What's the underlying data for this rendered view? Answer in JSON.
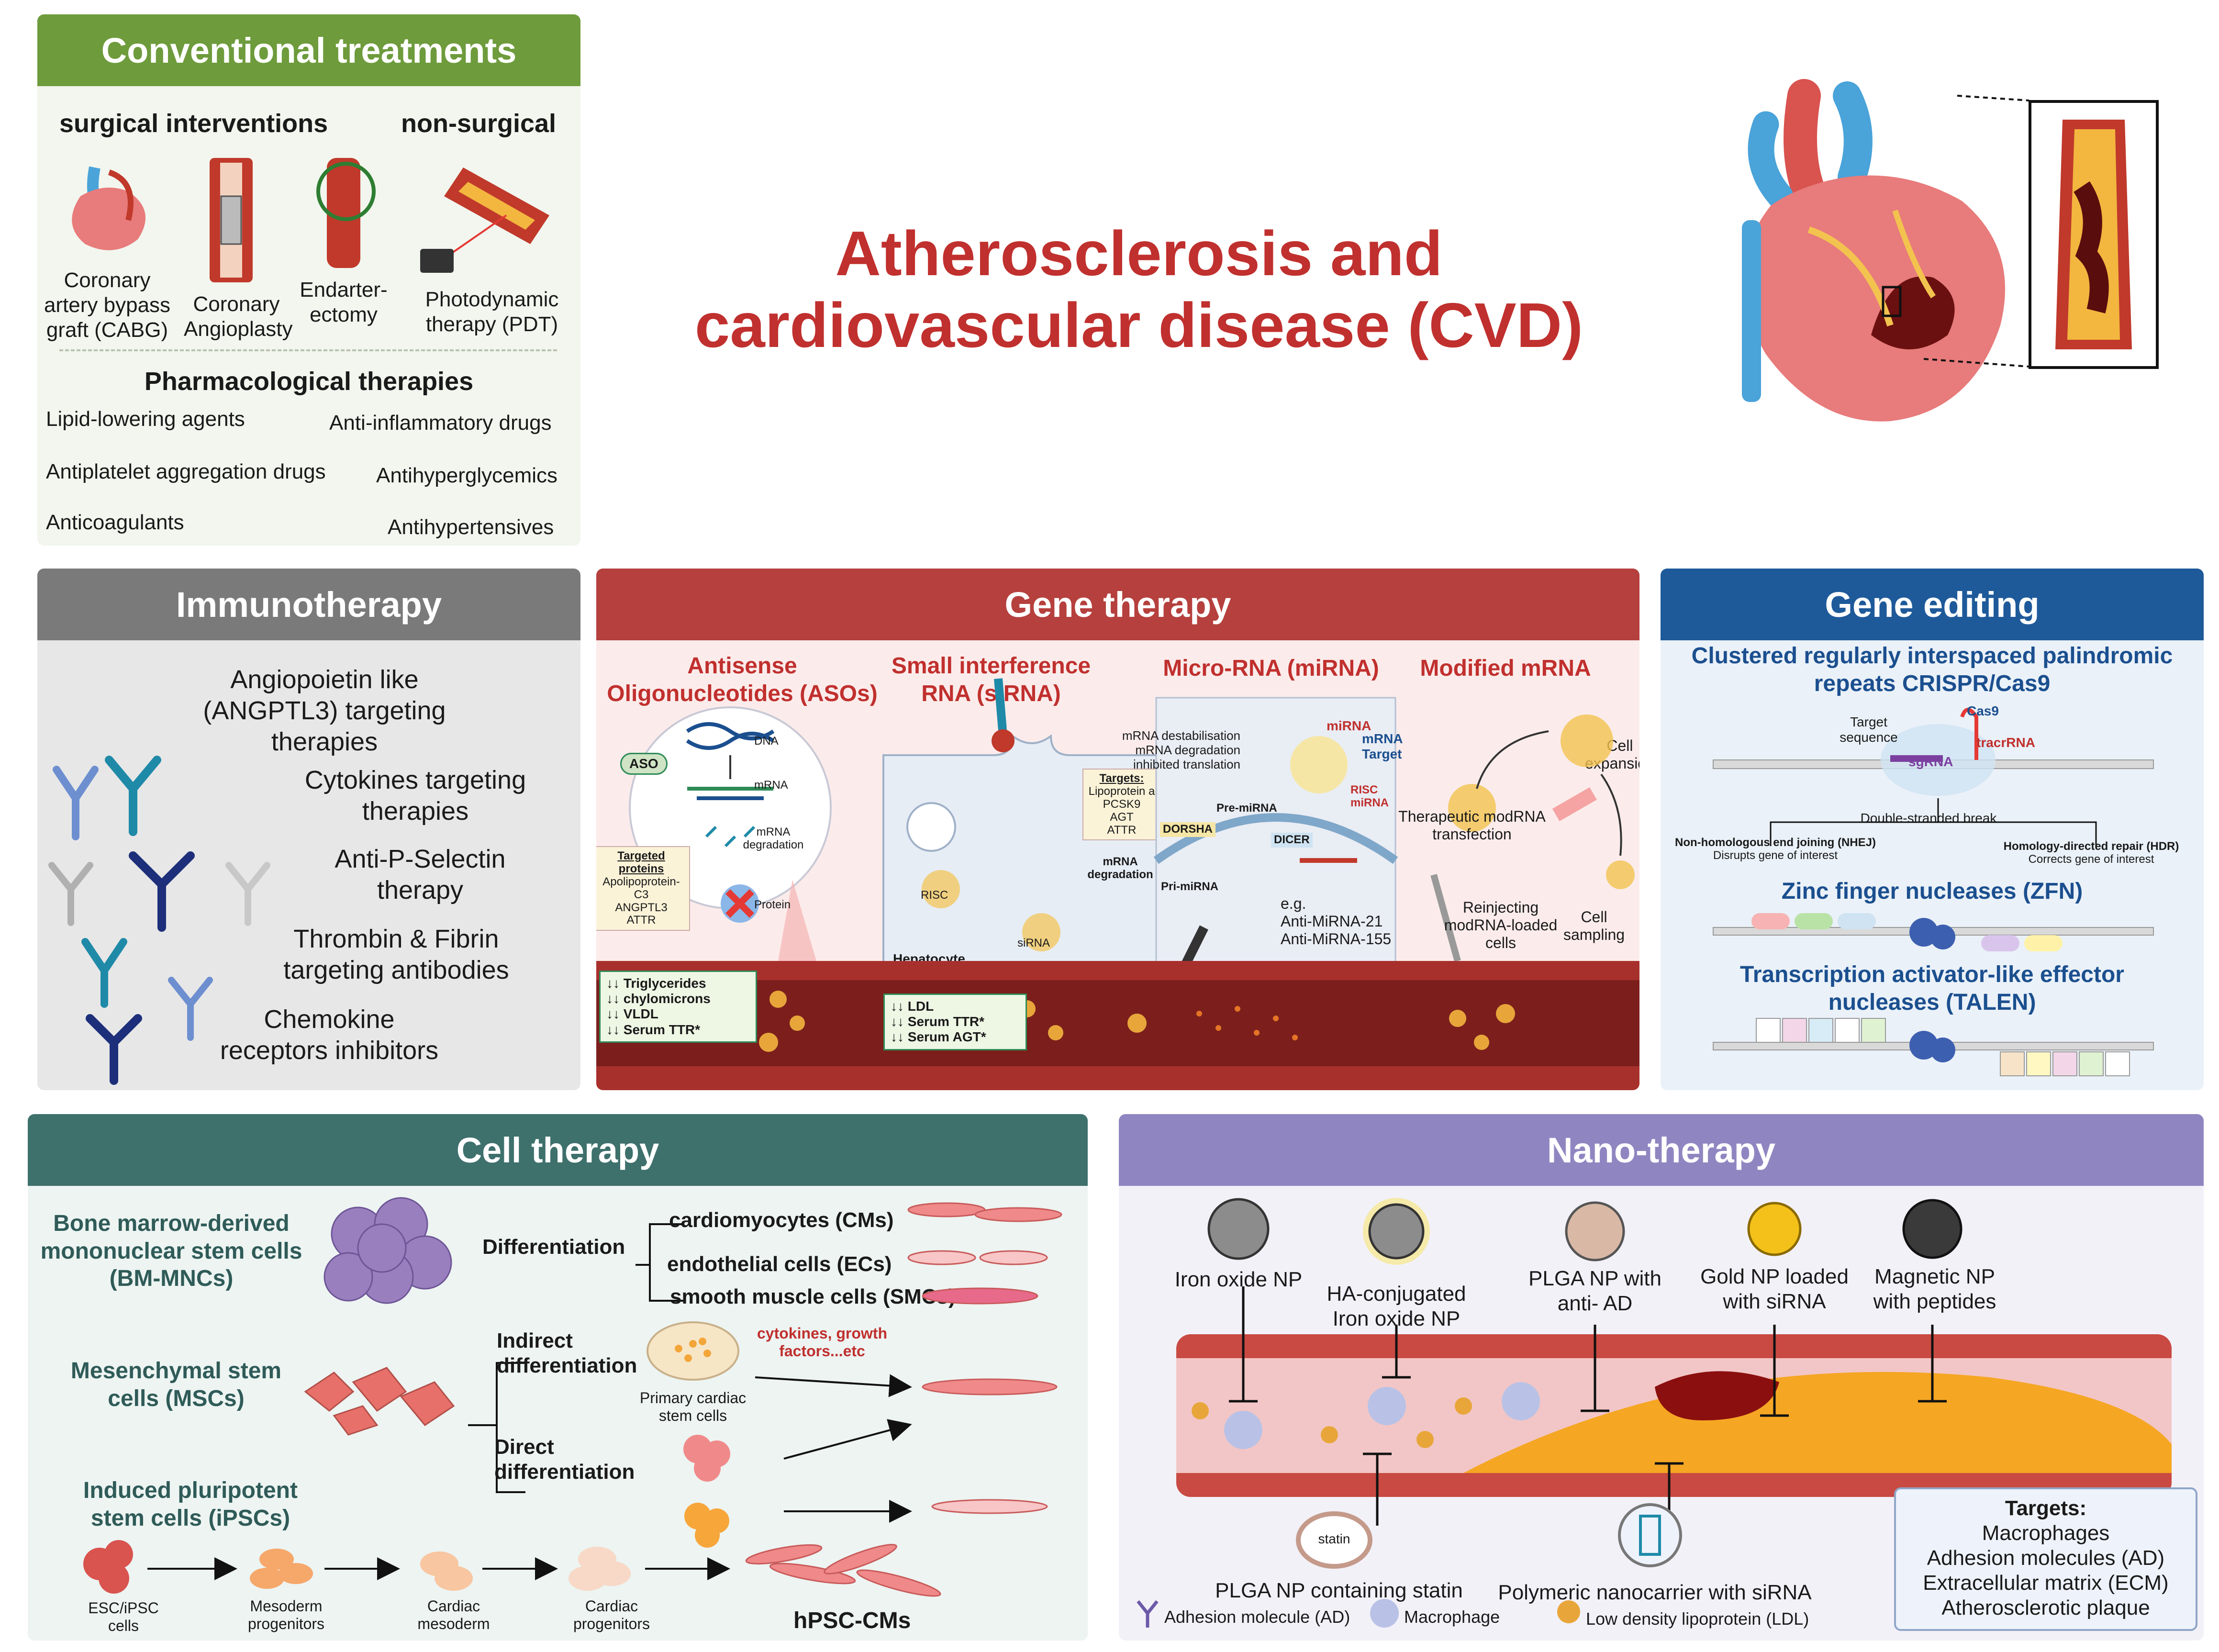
{
  "title": {
    "line1": "Atherosclerosis and",
    "line2": "cardiovascular disease (CVD)"
  },
  "colors": {
    "conventional": "#6e9b3c",
    "immuno": "#7a7a7a",
    "gene_therapy": "#b5403d",
    "gene_editing": "#1e5a9a",
    "cell_therapy": "#3e706c",
    "nano": "#8f86c1",
    "title_red": "#c0302e"
  },
  "conventional": {
    "header": "Conventional treatments",
    "surgical_heading": "surgical interventions",
    "nonsurgical_heading": "non-surgical",
    "cabg": "Coronary\nartery bypass\ngraft (CABG)",
    "angioplasty": "Coronary\nAngioplasty",
    "endarterectomy": "Endarter-\nectomy",
    "pdt": "Photodynamic\ntherapy (PDT)",
    "pharma_heading": "Pharmacological therapies",
    "drugs": {
      "lipid": "Lipid-lowering agents",
      "antiinflammatory": "Anti-inflammatory drugs",
      "antiplatelet": "Antiplatelet aggregation drugs",
      "antihyperglycemics": "Antihyperglycemics",
      "anticoagulants": "Anticoagulants",
      "antihypertensives": "Antihypertensives"
    }
  },
  "immunotherapy": {
    "header": "Immunotherapy",
    "item1": "Angiopoietin like\n(ANGPTL3) targeting\ntherapies",
    "item2": "Cytokines targeting\ntherapies",
    "item3": "Anti-P-Selectin\ntherapy",
    "item4": "Thrombin & Fibrin\ntargeting antibodies",
    "item5": "Chemokine\nreceptors inhibitors"
  },
  "gene_therapy": {
    "header": "Gene therapy",
    "aso_title": "Antisense\nOligonucleotides (ASOs)",
    "sirna_title": "Small interference\nRNA (siRNA)",
    "mirna_title": "Micro-RNA (miRNA)",
    "modrna_title": "Modified mRNA",
    "aso": {
      "badge": "ASO",
      "dna": "DNA",
      "mrna": "mRNA",
      "degradation": "mRNA\ndegradation",
      "protein": "Protein",
      "targeted_heading": "Targeted\nproteins",
      "targeted_list": "Apolipoprotein-\nC3\nANGPTL3\nATTR",
      "effects": "↓↓ Triglycerides\n↓↓ chylomicrons\n↓↓ VLDL\n↓↓ Serum TTR*"
    },
    "sirna": {
      "targets_heading": "Targets:",
      "targets_list": "Lipoprotein a\nPCSK9\nAGT\nATTR",
      "degradation": "mRNA\ndegradation",
      "risc": "RISC",
      "sirna_label": "siRNA",
      "hepatocyte": "Hepatocyte",
      "effects": "↓↓ LDL\n↓↓ Serum TTR*\n↓↓ Serum AGT*"
    },
    "mirna": {
      "mechanisms": "mRNA destabilisation\nmRNA degradation\ninhibited translation",
      "mirna": "miRNA",
      "mrna_target": "mRNA\nTarget",
      "risc_mirna": "RISC\nmiRNA",
      "pre_mirna": "Pre-miRNA",
      "dorsha": "DORSHA",
      "dicer": "DICER",
      "pri_mirna": "Pri-miRNA",
      "examples": "e.g.\nAnti-MiRNA-21\nAnti-MiRNA-155"
    },
    "modrna": {
      "expansion": "Cell\nexpansion",
      "transfection": "Therapeutic modRNA\ntransfection",
      "reinjecting": "Reinjecting\nmodRNA-loaded\ncells",
      "sampling": "Cell\nsampling"
    }
  },
  "gene_editing": {
    "header": "Gene editing",
    "crispr_title": "Clustered regularly interspaced palindromic\nrepeats CRISPR/Cas9",
    "target_sequence": "Target\nsequence",
    "cas9": "Cas9",
    "tracrrna": "tracrRNA",
    "sgrna": "sgRNA",
    "dsb": "Double-stranded break",
    "nhej": "Non-homologous end joining (NHEJ)",
    "nhej_desc": "Disrupts gene of interest",
    "hdr": "Homology-directed repair (HDR)",
    "hdr_desc": "Corrects gene of interest",
    "zfn_title": "Zinc finger nucleases (ZFN)",
    "talen_title": "Transcription activator-like effector\nnucleases (TALEN)"
  },
  "cell_therapy": {
    "header": "Cell therapy",
    "bm_mnc": "Bone marrow-derived\nmononuclear stem cells\n(BM-MNCs)",
    "differentiation": "Differentiation",
    "cms": "cardiomyocytes (CMs)",
    "ecs": "endothelial cells (ECs)",
    "smcs": "smooth muscle cells (SMCs)",
    "mscs": "Mesenchymal stem\ncells (MSCs)",
    "indirect": "Indirect\ndifferentiation",
    "primary": "Primary cardiac\nstem cells",
    "cytokines": "cytokines, growth\nfactors...etc",
    "direct": "Direct\ndifferentiation",
    "ipscs": "Induced pluripotent\nstem cells (iPSCs)",
    "esc": "ESC/iPSC\ncells",
    "mesoderm_prog": "Mesoderm\nprogenitors",
    "cardiac_mesoderm": "Cardiac\nmesoderm",
    "cardiac_prog": "Cardiac\nprogenitors",
    "hpsc": "hPSC-CMs"
  },
  "nano": {
    "header": "Nano-therapy",
    "iron": "Iron oxide NP",
    "ha_iron": "HA-conjugated\nIron oxide NP",
    "plga_ad": "PLGA NP with\nanti- AD",
    "gold": "Gold NP loaded\nwith siRNA",
    "magnetic": "Magnetic NP\nwith peptides",
    "statin_badge": "statin",
    "plga_statin": "PLGA NP containing statin",
    "polymeric": "Polymeric nanocarrier with siRNA",
    "legend_ad": "Adhesion molecule (AD)",
    "legend_macrophage": "Macrophage",
    "legend_ldl": "Low density lipoprotein (LDL)",
    "targets_heading": "Targets:",
    "targets_list": "Macrophages\nAdhesion molecules (AD)\nExtracellular matrix (ECM)\nAtherosclerotic plaque"
  }
}
